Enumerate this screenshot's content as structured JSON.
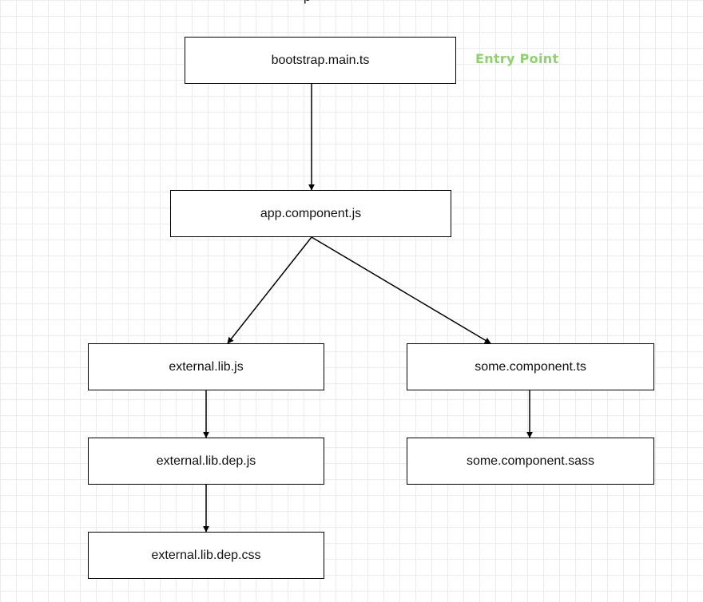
{
  "diagram": {
    "top_cut_text": "p",
    "nodes": [
      {
        "id": "bootstrap",
        "label": "bootstrap.main.ts"
      },
      {
        "id": "app",
        "label": "app.component.js"
      },
      {
        "id": "ext",
        "label": "external.lib.js"
      },
      {
        "id": "some",
        "label": "some.component.ts"
      },
      {
        "id": "extdep",
        "label": "external.lib.dep.js"
      },
      {
        "id": "somesass",
        "label": "some.component.sass"
      },
      {
        "id": "extcss",
        "label": "external.lib.dep.css"
      }
    ],
    "edges": [
      {
        "from": "bootstrap",
        "to": "app"
      },
      {
        "from": "app",
        "to": "ext"
      },
      {
        "from": "app",
        "to": "some"
      },
      {
        "from": "ext",
        "to": "extdep"
      },
      {
        "from": "some",
        "to": "somesass"
      },
      {
        "from": "extdep",
        "to": "extcss"
      }
    ],
    "annotation": {
      "text": "Entry Point",
      "color": "#8fd16f"
    }
  }
}
